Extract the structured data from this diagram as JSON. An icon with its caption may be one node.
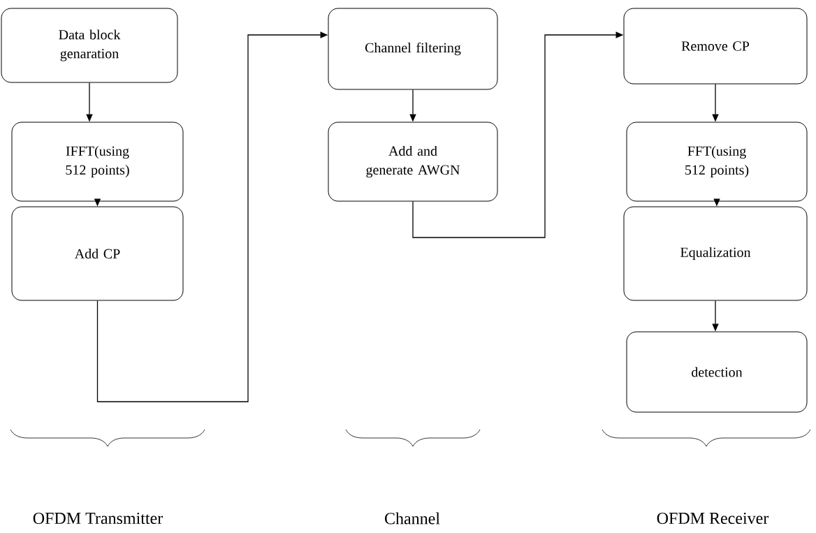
{
  "diagram": {
    "nodes": [
      {
        "text": [
          "Data block genaration"
        ]
      },
      {
        "text": [
          "IFFT(using 512 points)"
        ]
      },
      {
        "text": [
          "Add CP"
        ]
      },
      {
        "text": [
          "Channel filtering"
        ]
      },
      {
        "text": [
          "Add and generate AWGN"
        ]
      },
      {
        "text": [
          "Remove CP"
        ]
      },
      {
        "text": [
          "FFT(using 512 points)"
        ]
      },
      {
        "text": [
          "Equalization"
        ]
      },
      {
        "text": [
          "detection"
        ]
      }
    ],
    "edges": [
      {
        "from": 0,
        "to": 1,
        "arrow": "to"
      },
      {
        "from": 1,
        "to": 2,
        "arrow": "to"
      },
      {
        "from": 2,
        "to": 3,
        "arrow": "to"
      },
      {
        "from": 3,
        "to": 4,
        "arrow": "to"
      },
      {
        "from": 4,
        "to": 5,
        "arrow": "to"
      },
      {
        "from": 5,
        "to": 6,
        "arrow": "to"
      },
      {
        "from": 6,
        "to": 7,
        "arrow": "to"
      },
      {
        "from": 7,
        "to": 8,
        "arrow": "to"
      }
    ],
    "labels": [
      "OFDM Transmitter",
      "Channel",
      "OFDM Receiver"
    ]
  }
}
